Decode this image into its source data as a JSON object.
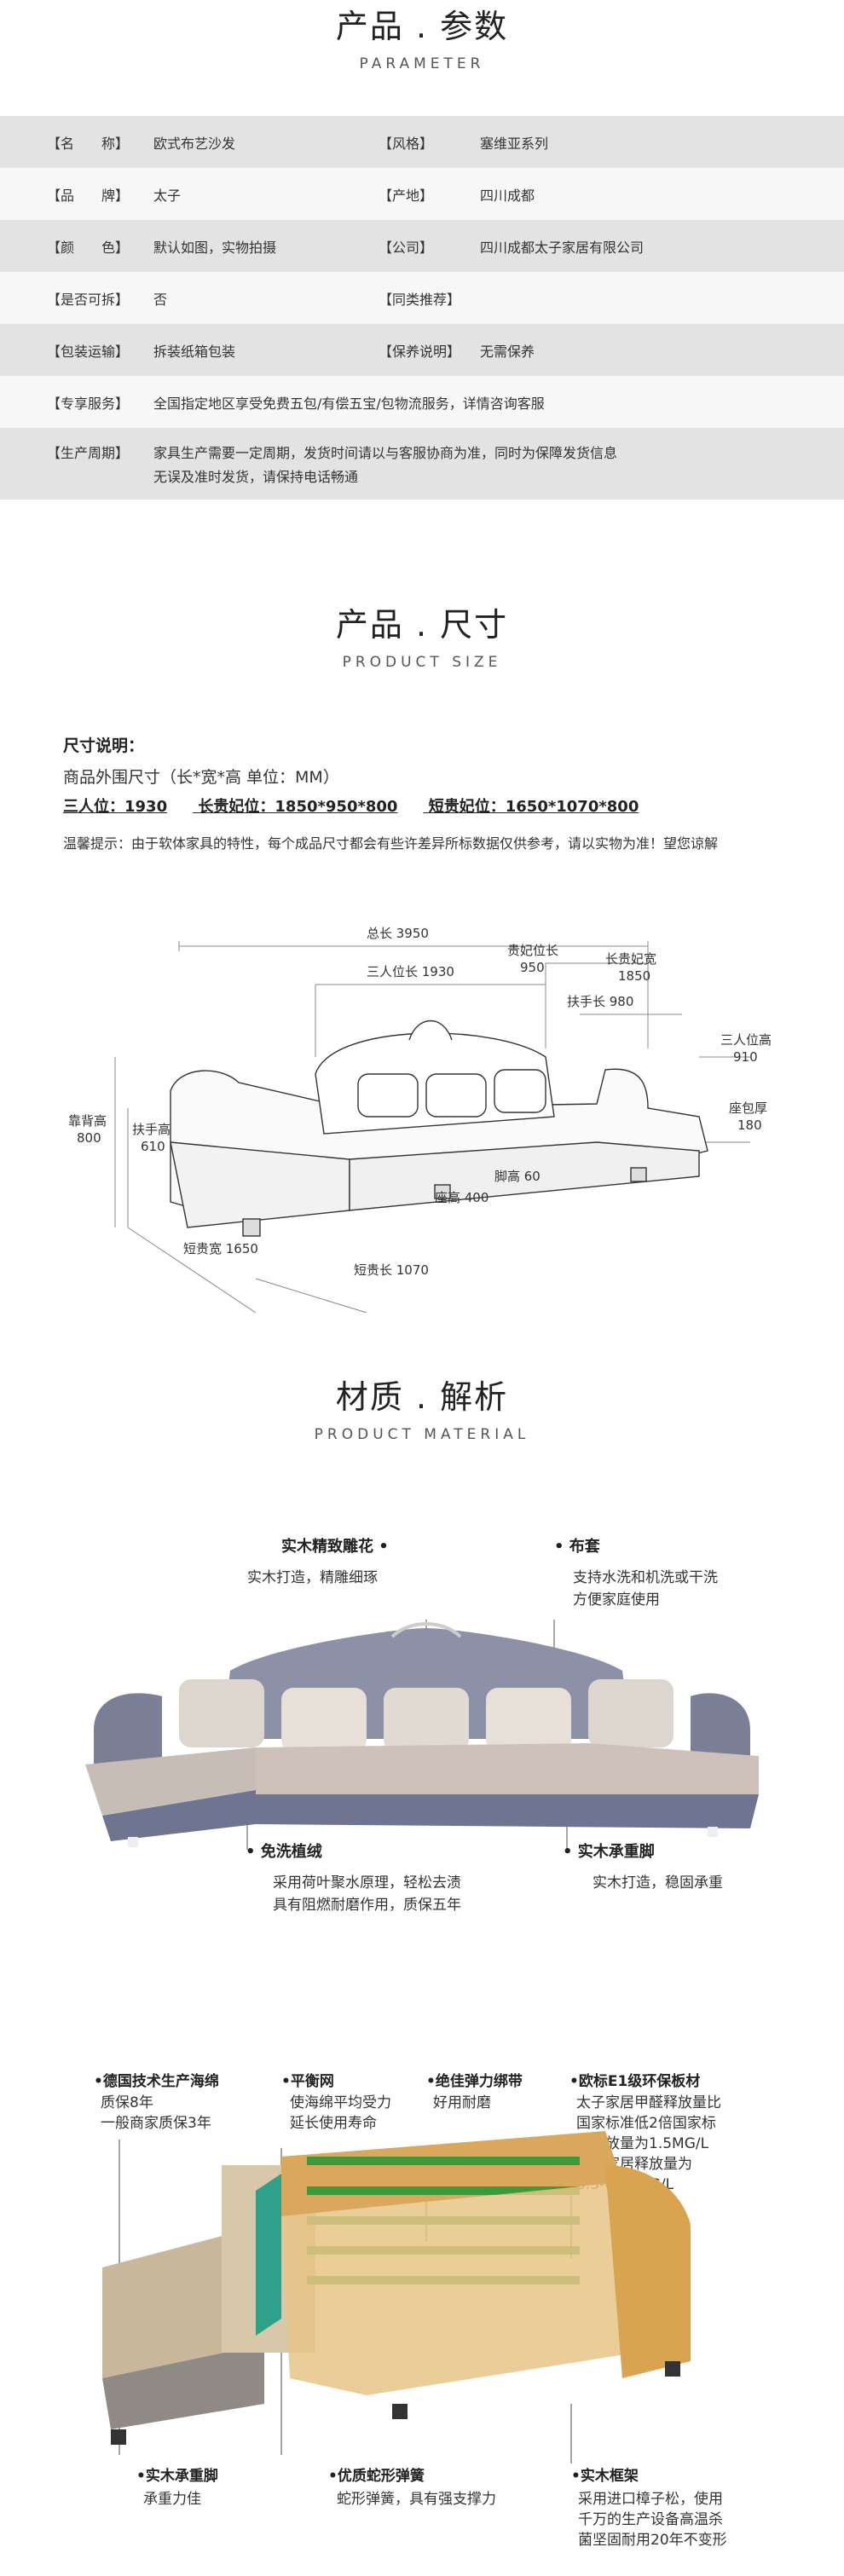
{
  "parameter": {
    "title_cn": "产品 . 参数",
    "title_en": "PARAMETER",
    "rows": [
      {
        "l1": "【名　　称】",
        "v1": "欧式布艺沙发",
        "l2": "【风格】",
        "v2": "塞维亚系列"
      },
      {
        "l1": "【品　　牌】",
        "v1": "太子",
        "l2": "【产地】",
        "v2": "四川成都"
      },
      {
        "l1": "【颜　　色】",
        "v1": "默认如图，实物拍摄",
        "l2": "【公司】",
        "v2": "四川成都太子家居有限公司"
      },
      {
        "l1": "【是否可拆】",
        "v1": "否",
        "l2": "【同类推荐】",
        "v2": ""
      },
      {
        "l1": "【包装运输】",
        "v1": "拆装纸箱包装",
        "l2": "【保养说明】",
        "v2": "无需保养"
      },
      {
        "l1": "【专享服务】",
        "v1": "全国指定地区享受免费五包/有偿五宝/包物流服务，详情咨询客服"
      },
      {
        "l1": "【生产周期】",
        "v1": "家具生产需要一定周期，发货时间请以与客服协商为准，同时为保障发货信息",
        "v1b": "无误及准时发货，请保持电话畅通"
      }
    ]
  },
  "size": {
    "title_cn": "产品 . 尺寸",
    "title_en": "PRODUCT SIZE",
    "heading": "尺寸说明：",
    "line1": "商品外围尺寸（长*宽*高 单位：MM）",
    "dims": [
      "三人位：1930",
      "长贵妃位：1850*950*800",
      "短贵妃位：1650*1070*800"
    ],
    "tip": "温馨提示：由于软体家具的特性，每个成品尺寸都会有些许差异所标数据仅供参考，请以实物为准！望您谅解",
    "diagram": {
      "total_len": "总长 3950",
      "three_len": "三人位长 1930",
      "chaise_len": "贵妃位长",
      "chaise_len_v": "950",
      "long_w": "长贵妃宽",
      "long_w_v": "1850",
      "arm_len": "扶手长 980",
      "three_h": "三人位高",
      "three_h_v": "910",
      "seat_thick": "座包厚",
      "seat_thick_v": "180",
      "back_h": "靠背高",
      "back_h_v": "800",
      "arm_h": "扶手高",
      "arm_h_v": "610",
      "leg_h": "脚高 60",
      "seat_h": "座高 400",
      "short_w": "短贵宽 1650",
      "short_len": "短贵长 1070"
    }
  },
  "material": {
    "title_cn": "材质 . 解析",
    "title_en": "PRODUCT MATERIAL",
    "c1_title": "实木精致雕花 •",
    "c1_desc": "实木打造，精雕细琢",
    "c2_title": "• 布套",
    "c2_desc1": "支持水洗和机洗或干洗",
    "c2_desc2": "方便家庭使用",
    "c3_title": "• 免洗植绒",
    "c3_desc1": "采用荷叶聚水原理，轻松去渍",
    "c3_desc2": "具有阻燃耐磨作用，质保五年",
    "c4_title": "• 实木承重脚",
    "c4_desc": "实木打造，稳固承重"
  },
  "structure": {
    "s1_title": "•德国技术生产海绵",
    "s1_desc1": "质保8年",
    "s1_desc2": "一般商家质保3年",
    "s2_title": "•平衡网",
    "s2_desc1": "使海绵平均受力",
    "s2_desc2": "延长使用寿命",
    "s3_title": "•绝佳弹力绑带",
    "s3_desc": "好用耐磨",
    "s4_title": "•欧标E1级环保板材",
    "s4_desc": [
      "太子家居甲醛释放量比",
      "国家标准低2倍国家标",
      "准释放量为1.5MG/L",
      "太子家居释放量为",
      "0.3-0.15MG/L"
    ],
    "s5_title": "•实木承重脚",
    "s5_desc": "承重力佳",
    "s6_title": "•优质蛇形弹簧",
    "s6_desc": "蛇形弹簧，具有强支撑力",
    "s7_title": "•实木框架",
    "s7_desc": [
      "采用进口樟子松，使用",
      "千万的生产设备高温杀",
      "菌坚固耐用20年不变形"
    ]
  }
}
